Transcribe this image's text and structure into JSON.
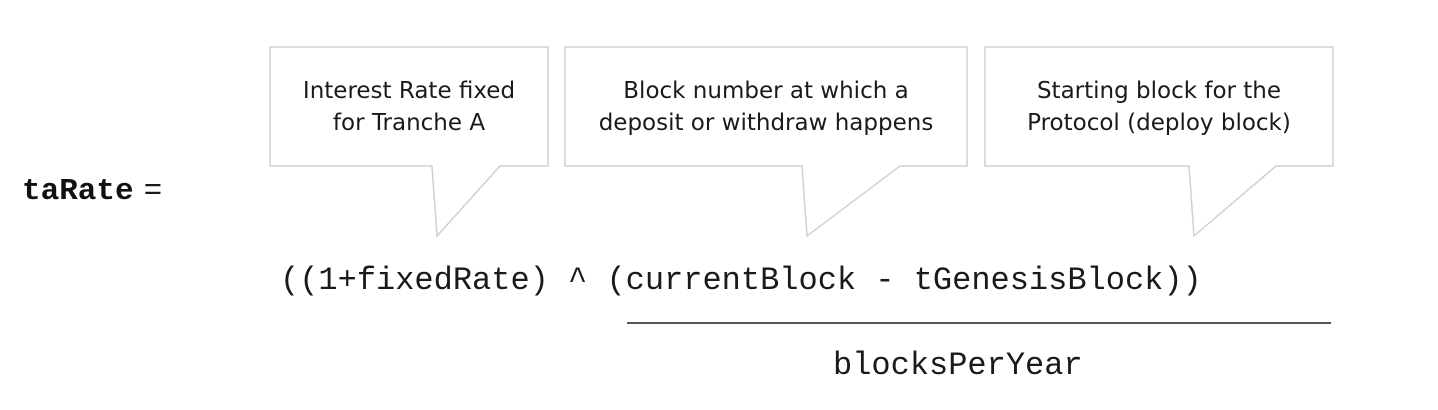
{
  "formula": {
    "variable": "taRate",
    "equals": "=",
    "numerator": "((1+fixedRate) ^ (currentBlock - tGenesisBlock))",
    "denominator": "blocksPerYear"
  },
  "callouts": [
    {
      "line1": "Interest Rate fixed",
      "line2": "for Tranche A"
    },
    {
      "line1": "Block number at which a",
      "line2": "deposit or withdraw happens"
    },
    {
      "line1": "Starting block for the",
      "line2": "Protocol (deploy block)"
    }
  ],
  "colors": {
    "callout_border": "#d0d0d0",
    "text": "#1a1a1a",
    "fraction_line": "#555555"
  }
}
